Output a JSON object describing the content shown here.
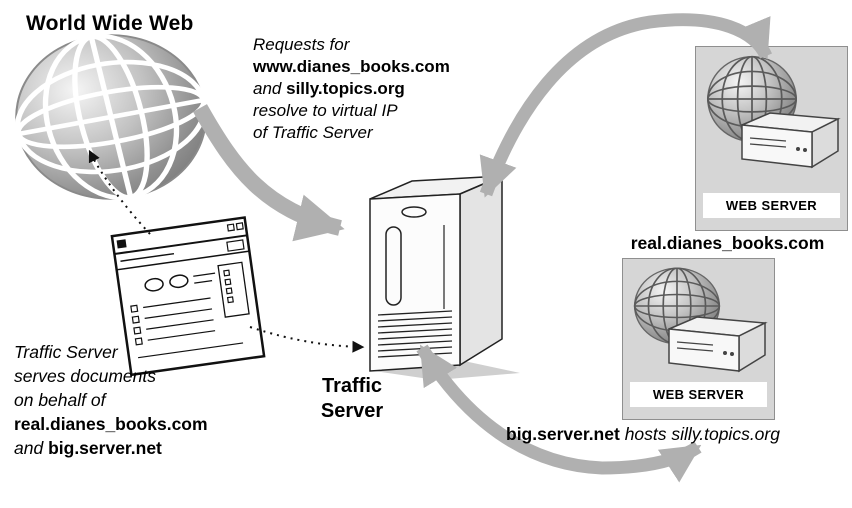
{
  "colors": {
    "arrow_gray": "#b0b0b0",
    "panel_bg": "#d6d6d6",
    "dotted_line": "#111111",
    "text": "#000000"
  },
  "www": {
    "title": "World Wide Web"
  },
  "request_note": {
    "line1_italic": "Requests for",
    "line2_bold": "www.dianes_books.com",
    "line3_italic": "and",
    "line3_bold": "silly.topics.org",
    "line4_italic": "resolve to virtual IP",
    "line5_italic": "of Traffic Server"
  },
  "traffic_server": {
    "label_line1": "Traffic",
    "label_line2": "Server"
  },
  "serves_note": {
    "line1_italic": "Traffic Server",
    "line2_italic": "serves documents",
    "line3_italic": "on behalf of",
    "line4_bold": "real.dianes_books.com",
    "line5_italic": "and",
    "line5_bold": "big.server.net"
  },
  "web_servers": [
    {
      "badge": "WEB SERVER",
      "caption_bold": "real.dianes_books.com",
      "caption_italic": ""
    },
    {
      "badge": "WEB SERVER",
      "caption_bold": "big.server.net",
      "caption_italic": "hosts silly.topics.org"
    }
  ],
  "icons": {
    "world_globe": "wireframe-globe",
    "traffic_server": "tower-server",
    "client": "browser-window",
    "web_server": "globe-over-computer-box",
    "arrows": "thick-gray-curved-arrows",
    "dotted": "dotted-black-arrows"
  }
}
